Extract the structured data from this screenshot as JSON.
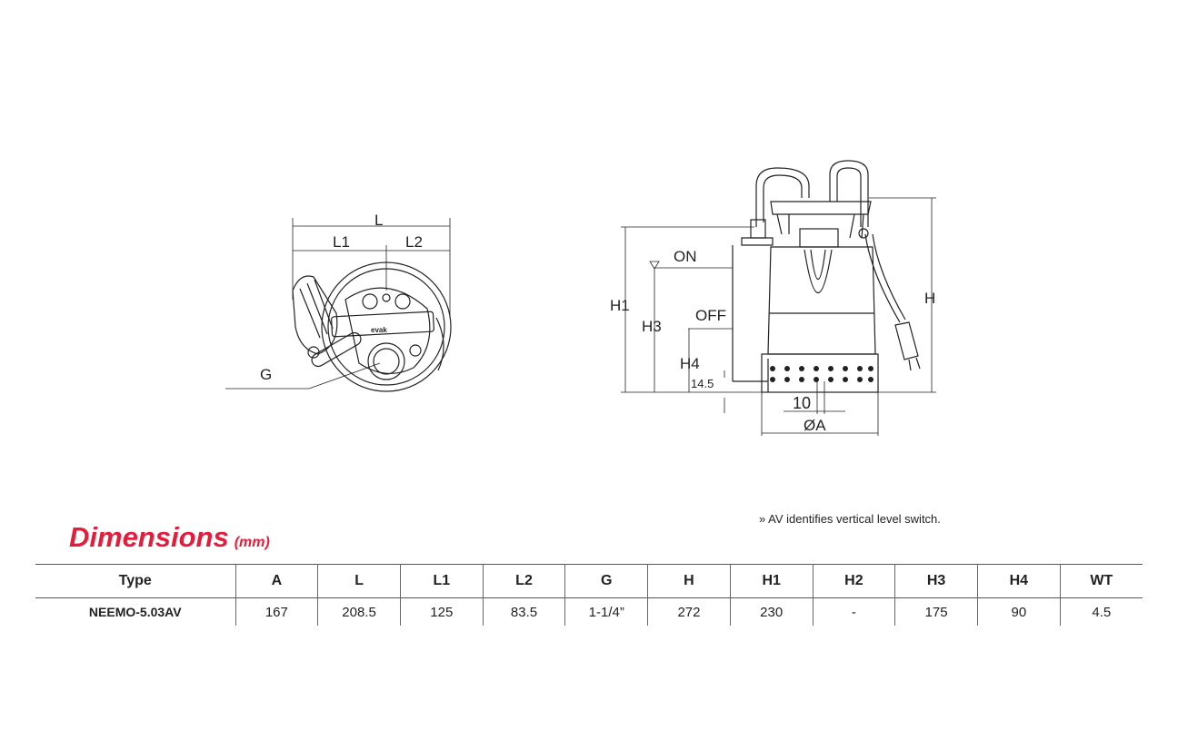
{
  "drawing_top": {
    "labels": {
      "L": "L",
      "L1": "L1",
      "L2": "L2",
      "G": "G"
    },
    "logo_text": "evak"
  },
  "drawing_side": {
    "labels": {
      "on": "ON",
      "off": "OFF",
      "H1": "H1",
      "H3": "H3",
      "H4": "H4",
      "H": "H",
      "gap": "14.5",
      "ten": "10",
      "diameter": "ØA"
    }
  },
  "note": "» AV identifies vertical level switch.",
  "title": {
    "main": "Dimensions",
    "unit": "(mm)"
  },
  "table": {
    "headers": [
      "Type",
      "A",
      "L",
      "L1",
      "L2",
      "G",
      "H",
      "H1",
      "H2",
      "H3",
      "H4",
      "WT"
    ],
    "rows": [
      [
        "NEEMO-5.03AV",
        "167",
        "208.5",
        "125",
        "83.5",
        "1-1/4”",
        "272",
        "230",
        "-",
        "175",
        "90",
        "4.5"
      ]
    ]
  },
  "colors": {
    "accent": "#e31e3c"
  }
}
